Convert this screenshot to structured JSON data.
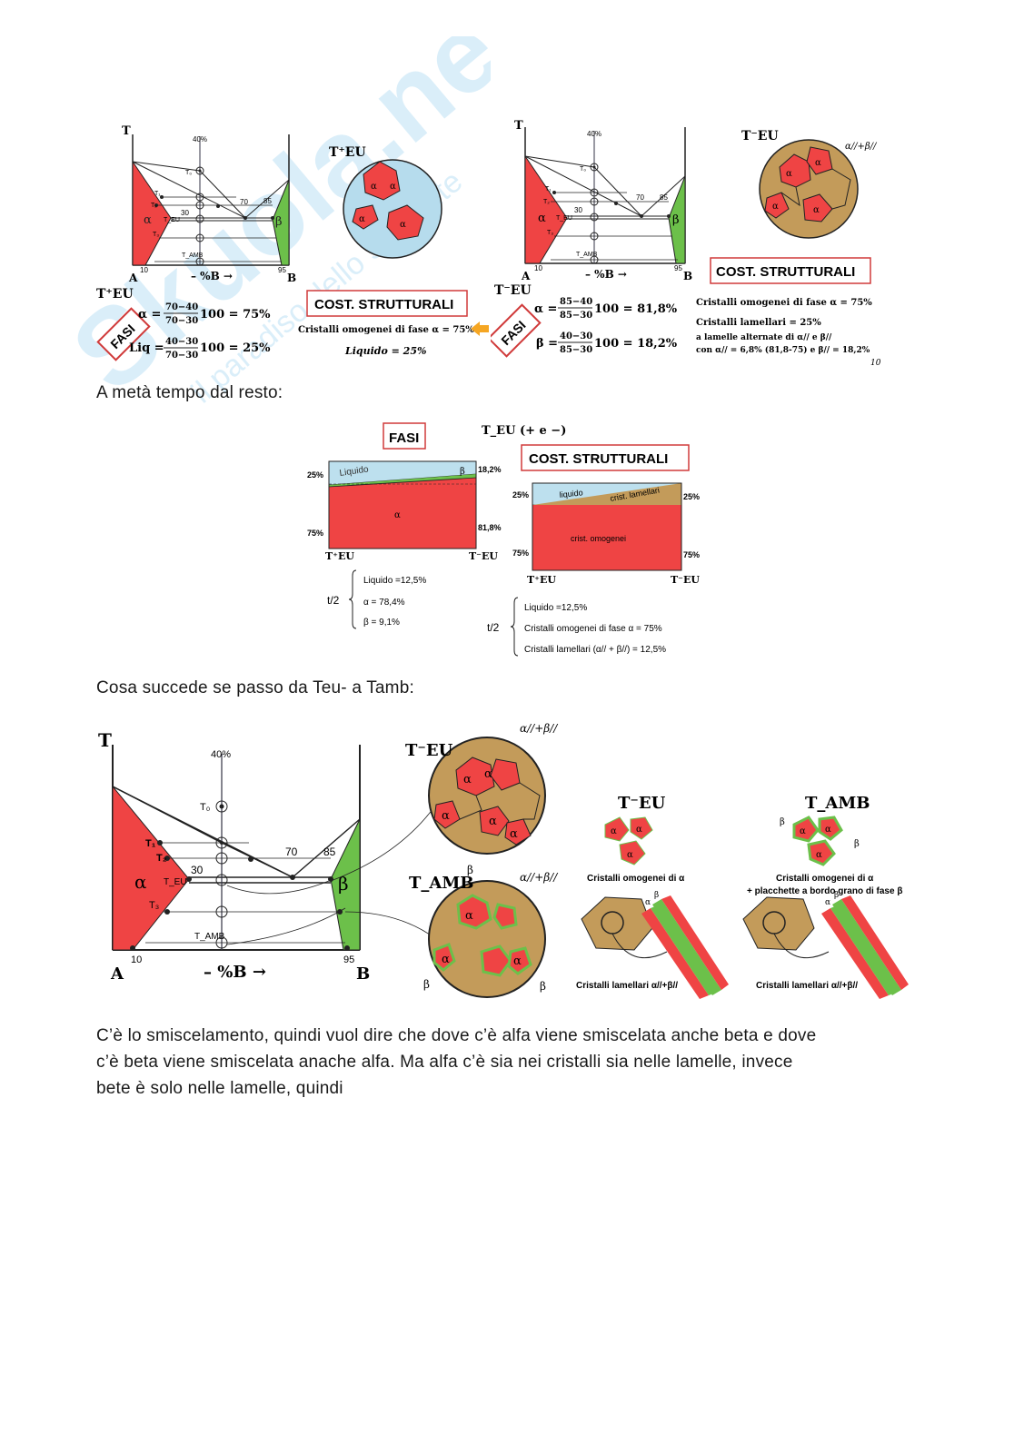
{
  "watermark": {
    "brand": "Skuola.net",
    "tagline": "il paradiso dello studente"
  },
  "colors": {
    "alpha": "#ef4444",
    "beta": "#6cc04a",
    "liquid": "#bde0ee",
    "lamellar": "#c39b5a",
    "box_border": "#d03a3a",
    "arrow": "#f5a623"
  },
  "fig1": {
    "left": {
      "axis_T": "T",
      "pct40": "40%",
      "T0": "T₀",
      "T1": "T₁",
      "T2": "T₂",
      "TEU": "T_EU",
      "T3": "T₃",
      "TAMB": "T_AMB",
      "p70": "70",
      "p85": "85",
      "p30": "30",
      "p10": "10",
      "p95": "95",
      "alpha": "α",
      "beta": "β",
      "A": "A",
      "B": "B",
      "xaxis": "– %B →"
    },
    "circle_label": "T⁺EU",
    "Tplus": "T⁺EU",
    "fasi": "FASI",
    "eq1_lhs": "α =",
    "eq1_num": "70−40",
    "eq1_den": "70−30",
    "eq1_rhs": "100 = 75%",
    "eq2_lhs": "Liq =",
    "eq2_num": "40−30",
    "eq2_den": "70−30",
    "eq2_rhs": "100 = 25%",
    "cost_box": "COST. STRUTTURALI",
    "cost_line1": "Cristalli omogenei di fase α = 75%",
    "cost_line2": "Liquido = 25%",
    "right": {
      "Tminus": "T⁻EU",
      "circle_label": "T⁻EU",
      "lamellar_label": "α//+β//",
      "cost_box": "COST. STRUTTURALI",
      "eq1_lhs": "α =",
      "eq1_num": "85−40",
      "eq1_den": "85−30",
      "eq1_rhs": "100 = 81,8%",
      "eq2_lhs": "β =",
      "eq2_num": "40−30",
      "eq2_den": "85−30",
      "eq2_rhs": "100 = 18,2%",
      "c1": "Cristalli omogenei di fase α = 75%",
      "c2": "Cristalli lamellari = 25%",
      "c3": "a lamelle alternate di α// e β//",
      "c4": "con α// = 6,8% (81,8-75) e β// = 18,2%",
      "page": "10"
    }
  },
  "text1": "A metà tempo dal resto:",
  "fig2": {
    "fasi": "FASI",
    "title": "T_EU (+ e −)",
    "cost_box": "COST. STRUTTURALI",
    "left": {
      "liquido": "Liquido",
      "beta": "β",
      "alpha": "α",
      "p25": "25%",
      "p75": "75%",
      "p182": "18,2%",
      "p818": "81,8%",
      "Tl": "T⁺EU",
      "Tr": "T⁻EU"
    },
    "right": {
      "liquido": "liquido",
      "lamellari": "crist. lamellari",
      "omogenei": "crist. omogenei",
      "p25l": "25%",
      "p25r": "25%",
      "p75l": "75%",
      "p75r": "75%",
      "Tl": "T⁺EU",
      "Tr": "T⁻EU"
    },
    "t2": "t/2",
    "l1": "Liquido =12,5%",
    "l2": "α = 78,4%",
    "l3": "β = 9,1%",
    "r1": "Liquido =12,5%",
    "r2": "Cristalli omogenei di fase α = 75%",
    "r3": "Cristalli lamellari (α// + β//) = 12,5%"
  },
  "text2": "Cosa succede se passo da Teu- a Tamb:",
  "fig3": {
    "axis_T": "T",
    "pct40": "40%",
    "T0": "T₀",
    "T1": "T₁",
    "T2": "T₂",
    "TEU": "T_EU",
    "T3": "T₃",
    "TAMB": "T_AMB",
    "p70": "70",
    "p85": "85",
    "p30": "30",
    "p10": "10",
    "p95": "95",
    "alpha": "α",
    "beta": "β",
    "A": "A",
    "B": "B",
    "xaxis": "– %B →",
    "c_top_label": "T⁻EU",
    "c_top_lam": "α//+β//",
    "c_bot_label": "T_AMB",
    "c_bot_lam": "α//+β//",
    "c_bot_beta1": "β",
    "c_bot_beta2": "β",
    "c_bot_beta3": "β",
    "p1_title": "T⁻EU",
    "p1_caption": "Cristalli omogenei di α",
    "p1_lam": "Cristalli lamellari α//+β//",
    "p2_title": "T_AMB",
    "p2_caption1": "Cristalli omogenei di α",
    "p2_caption2": "+ placchette a bordo grano di fase β",
    "p2_lam": "Cristalli lamellari α//+β//",
    "gr_alpha": "α",
    "gr_beta": "β"
  },
  "text3": "C’è lo smiscelamento, quindi vuol dire che dove c’è alfa viene smiscelata anche beta e dove",
  "text4": "c’è beta viene smiscelata anache alfa. Ma alfa c’è sia nei cristalli sia nelle lamelle, invece",
  "text5": "bete è solo nelle lamelle, quindi"
}
